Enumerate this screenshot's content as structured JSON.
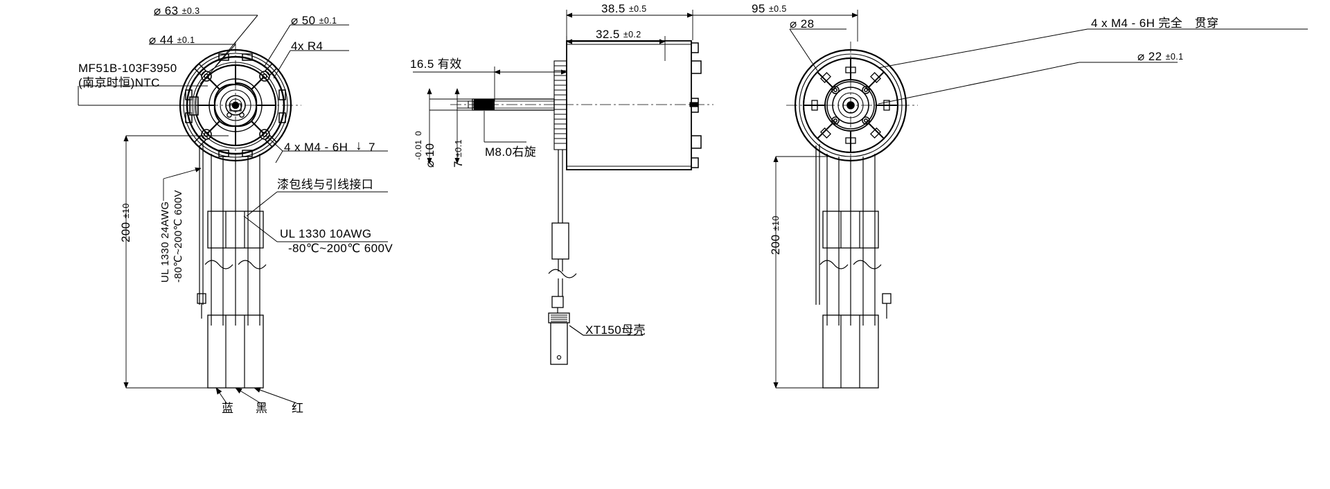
{
  "drawing": {
    "title": "Brushless motor outline drawing",
    "line_color": "#000000",
    "background": "#ffffff"
  },
  "views": {
    "left": {
      "name": "front-view",
      "labels": {
        "dia63": "⌀ 63",
        "dia63_tol": "±0.3",
        "dia44": "⌀ 44",
        "dia44_tol": "±0.1",
        "dia50": "⌀ 50",
        "dia50_tol": "±0.1",
        "r4": "4x R4",
        "ntc_line1": "MF51B-103F3950",
        "ntc_line2": "(南京时恒)NTC",
        "thread": "4 x M4 - 6H",
        "depth_symbol": "↓",
        "depth_value": "7",
        "len200": "200",
        "len200_tol": "±10",
        "wire24_line1": "UL 1330  24AWG",
        "wire24_line2": "-80℃~200℃  600V",
        "joint": "漆包线与引线接口",
        "wire10_line1": "UL 1330  10AWG",
        "wire10_line2": "-80℃~200℃  600V",
        "wire_blue": "蓝",
        "wire_black": "黑",
        "wire_red": "红"
      }
    },
    "middle": {
      "name": "side-view",
      "labels": {
        "d38_5": "38.5",
        "d38_5_tol": "±0.5",
        "d95": "95",
        "d95_tol": "±0.5",
        "d32_5": "32.5",
        "d32_5_tol": "±0.2",
        "d16_5": "16.5  有效",
        "dia10": "⌀ 10",
        "dia10_tol_upper": "0",
        "dia10_tol_lower": "-0.01",
        "d7": "7",
        "d7_tol": "±0.1",
        "thread_m8": "M8.0右旋",
        "connector": "XT150母壳"
      }
    },
    "right": {
      "name": "rear-view",
      "labels": {
        "dia28": "⌀ 28",
        "dia22": "⌀ 22",
        "dia22_tol": "±0.1",
        "thread_through": "4 x M4 - 6H 完全　贯穿",
        "len200": "200",
        "len200_tol": "±10"
      }
    }
  }
}
